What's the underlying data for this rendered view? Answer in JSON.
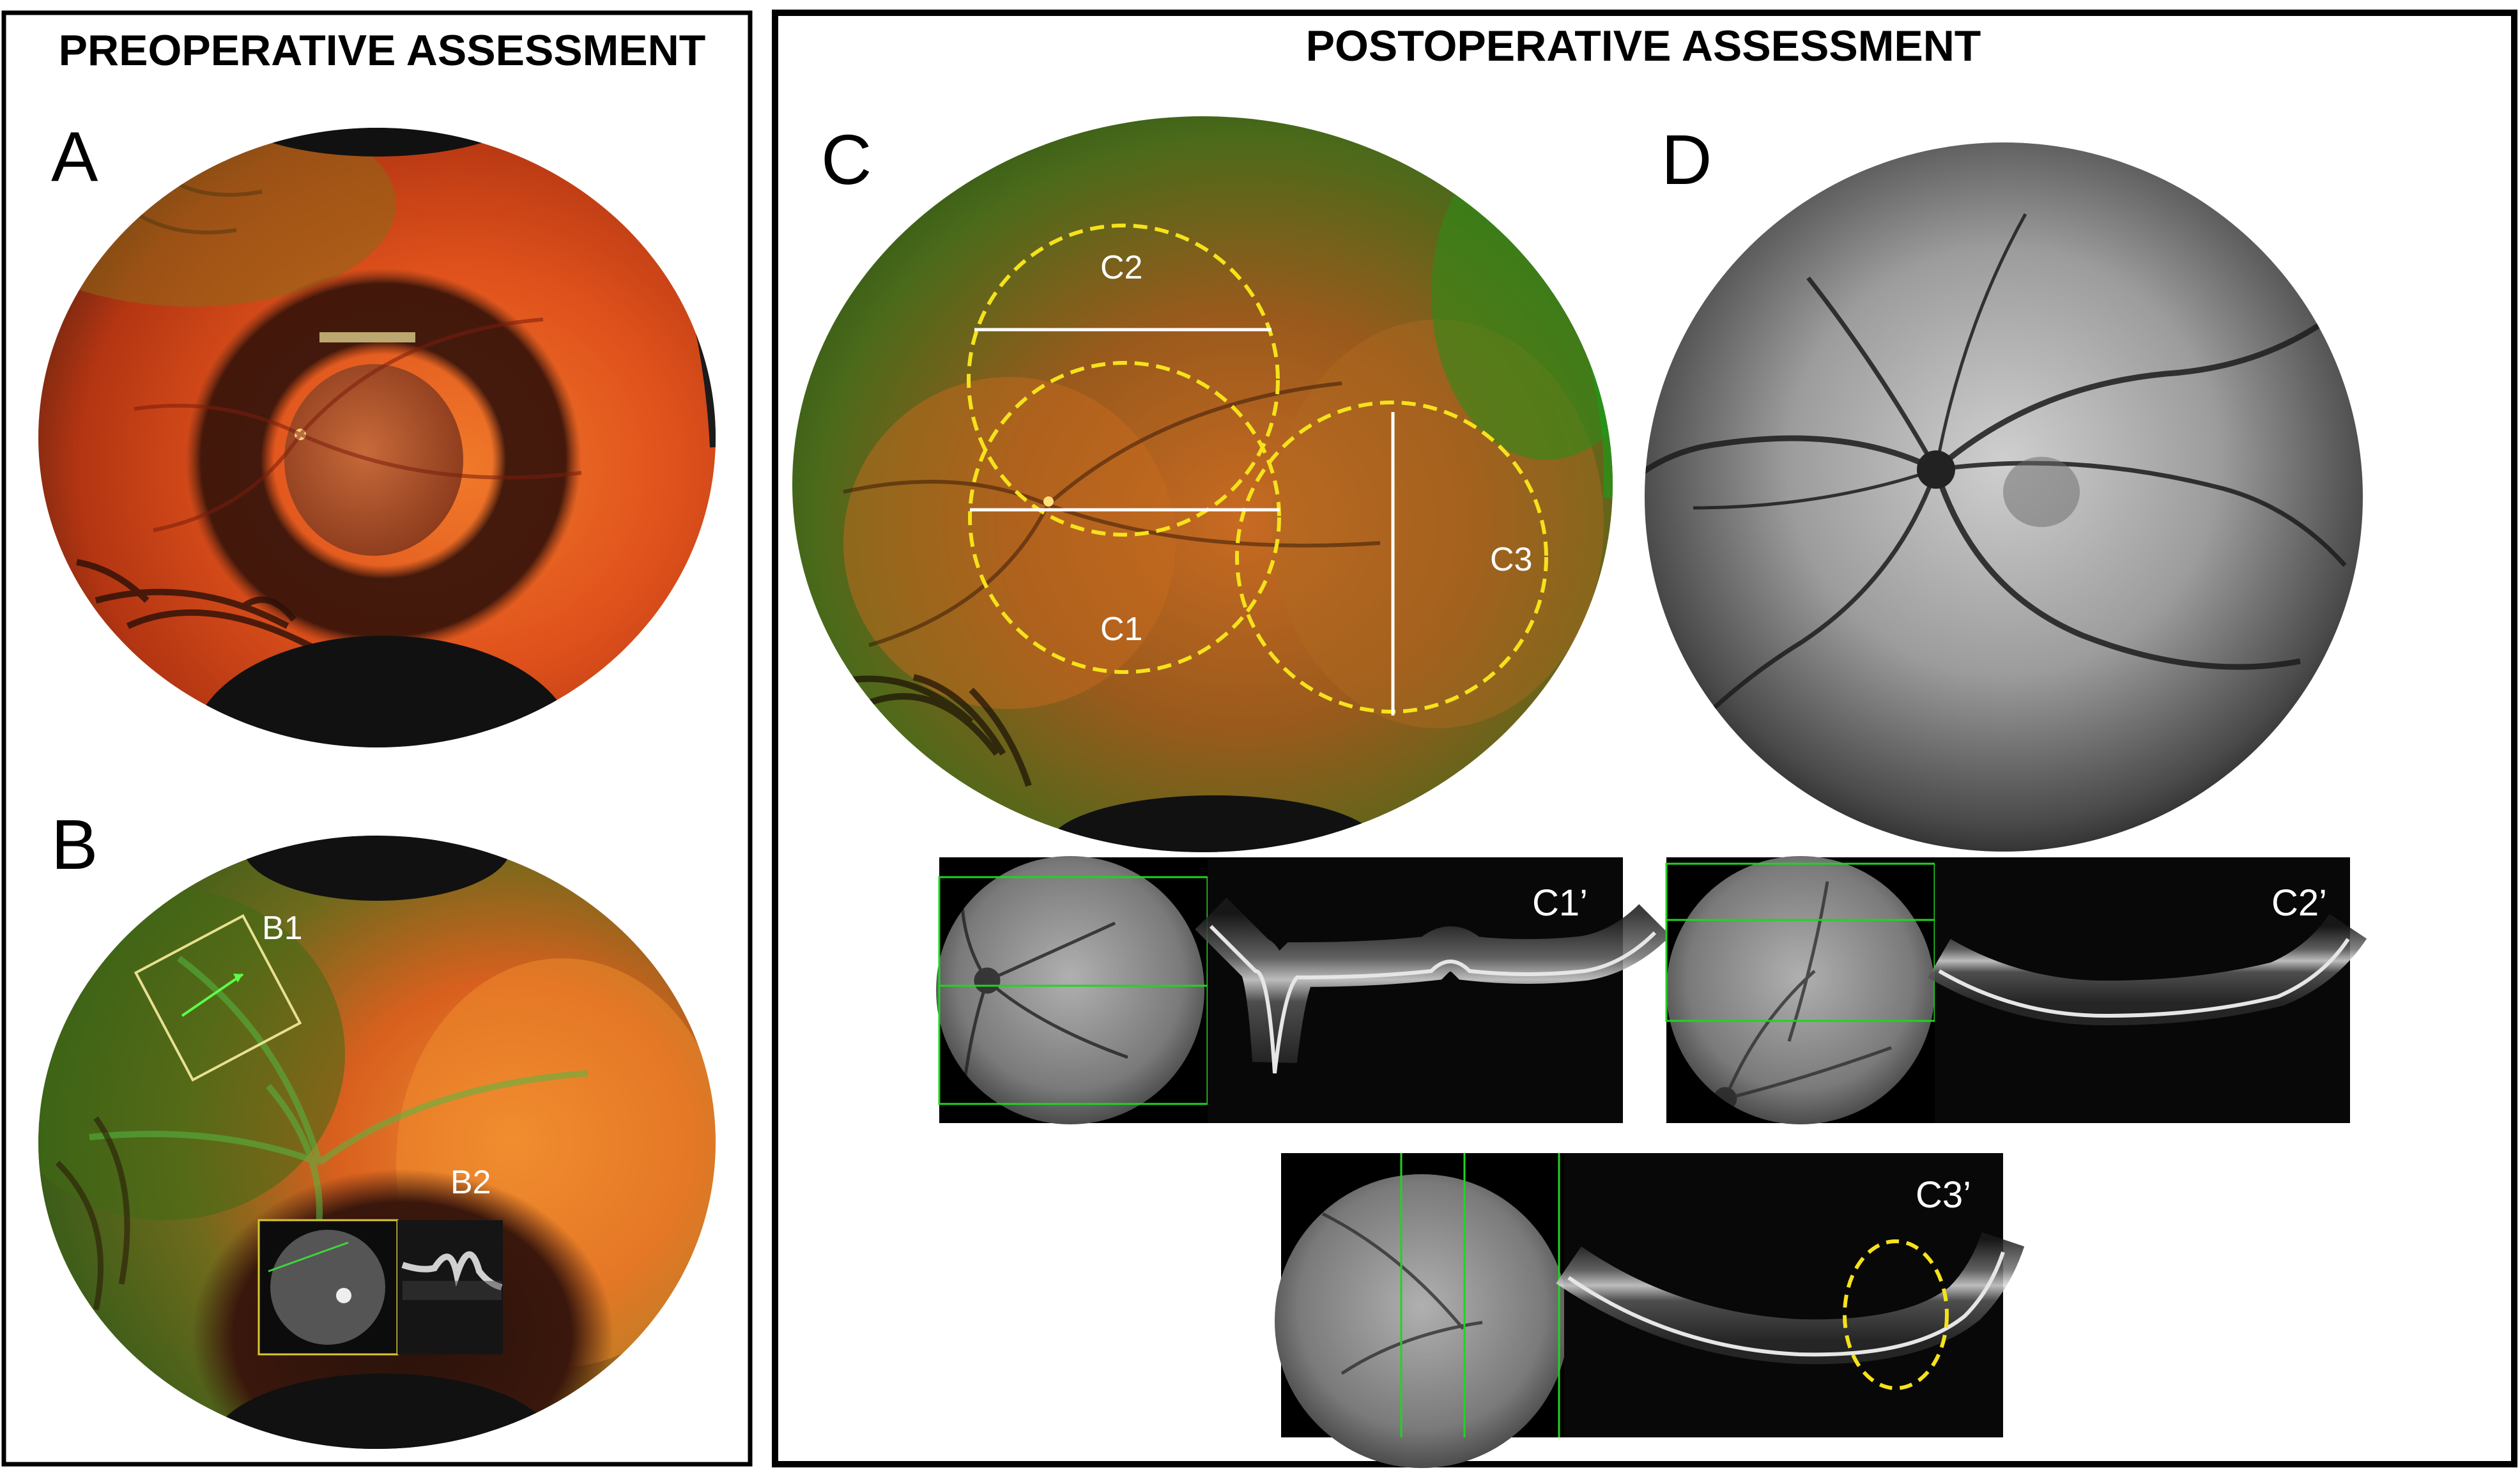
{
  "panels": {
    "pre": {
      "heading": "PREOPERATIVE ASSESSMENT",
      "a_label": "A",
      "b_label": "B",
      "b1_label": "B1",
      "b2_label": "B2"
    },
    "post": {
      "heading": "POSTOPERATIVE ASSESSMENT",
      "c_label": "C",
      "d_label": "D",
      "c1_label": "C1",
      "c2_label": "C2",
      "c3_label": "C3",
      "c1p_label": "C1’",
      "c2p_label": "C2’",
      "c3p_label": "C3’"
    }
  },
  "colors": {
    "frame": "#000000",
    "dashed_circle": "#f5e21b",
    "scan_line": "#ffffff",
    "oct_overlay": "#1fd51f",
    "fundus_orange": "#e0521c",
    "fundus_green": "#3a7a1e",
    "autofluorescence_gray": "#8a8a8a"
  }
}
